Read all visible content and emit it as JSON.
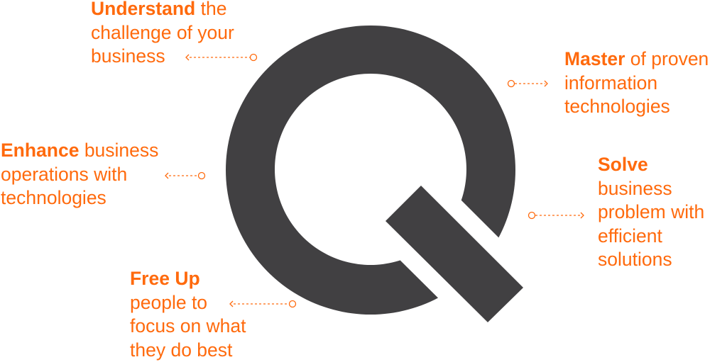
{
  "colors": {
    "accent": "#ff6a0d",
    "logo": "#414042"
  },
  "logo_icon": "q-logo",
  "items": [
    {
      "bold": "Understand",
      "rest": " the",
      "lines": [
        "challenge of your",
        "business"
      ]
    },
    {
      "bold": "Master",
      "rest": " of proven",
      "lines": [
        "information",
        "technologies"
      ]
    },
    {
      "bold": "Enhance",
      "rest": " business",
      "lines": [
        "operations with",
        "technologies"
      ]
    },
    {
      "bold": "Solve",
      "rest": "",
      "lines": [
        "business",
        "problem with",
        "efficient",
        "solutions"
      ]
    },
    {
      "bold": "Free Up",
      "rest": "",
      "lines": [
        "people to",
        "focus on what",
        "they do best"
      ]
    }
  ]
}
